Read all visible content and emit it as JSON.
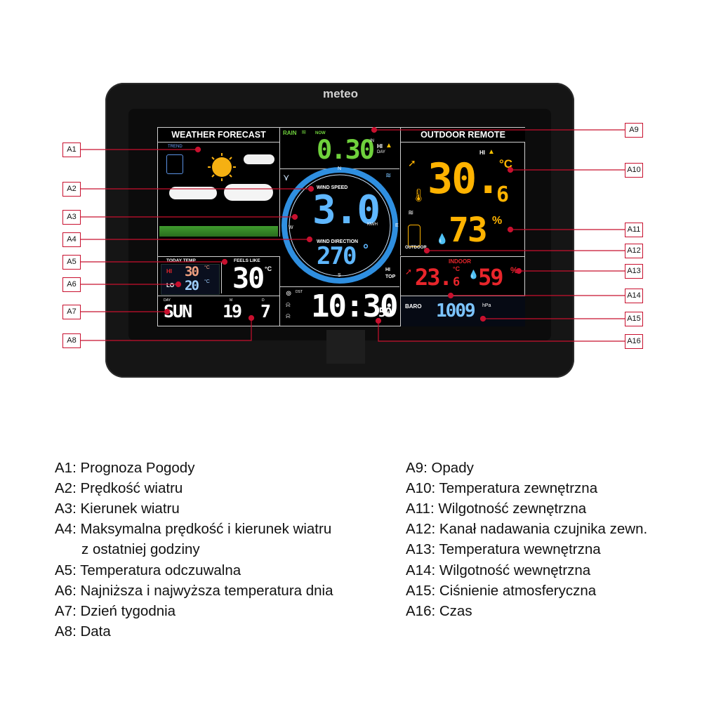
{
  "brand": "meteo",
  "screen": {
    "forecast_header": "WEATHER FORECAST",
    "trend_label": "TREND",
    "outdoor_header": "OUTDOOR REMOTE",
    "rain": {
      "label": "RAIN",
      "now": "NOW",
      "value": "0.30",
      "unit": "IN",
      "hi": "HI",
      "day": "DAY"
    },
    "wind": {
      "speed_label": "WIND SPEED",
      "speed_value": "3.0",
      "speed_unit": "KM/H",
      "dir_label": "WIND DIRECTION",
      "dir_value": "270",
      "deg": "°",
      "hi": "HI",
      "top": "TOP",
      "compass": {
        "n": "N",
        "e": "E",
        "s": "S",
        "w": "W"
      }
    },
    "outdoor": {
      "hi": "HI",
      "temp": "30.",
      "temp_dec": "6",
      "temp_unit": "°C",
      "hum": "73",
      "hum_unit": "%",
      "outdoor_label": "OUTDOOR"
    },
    "indoor": {
      "label": "INDOOR",
      "temp": "23.",
      "temp_dec": "6",
      "temp_unit": "°C",
      "hum": "59",
      "hum_unit": "%"
    },
    "today": {
      "today_label": "TODAY TEMP",
      "feels_label": "FEELS LIKE",
      "hi_label": "HI",
      "lo_label": "LO",
      "hi_value": "30",
      "lo_value": "20",
      "unit": "°C",
      "feels_value": "30",
      "feels_unit": "°C"
    },
    "date": {
      "day_label": "DAY",
      "weekday": "SUN",
      "m_label": "M",
      "d_label": "D",
      "month": "19",
      "day": "7"
    },
    "clock": {
      "time": "10:30",
      "seconds": "50",
      "dst": "DST"
    },
    "baro": {
      "label": "BARO",
      "value": "1009",
      "unit": "hPa"
    }
  },
  "callouts_left": [
    "A1",
    "A2",
    "A3",
    "A4",
    "A5",
    "A6",
    "A7",
    "A8"
  ],
  "callouts_right": [
    "A9",
    "A10",
    "A11",
    "A12",
    "A13",
    "A14",
    "A15",
    "A16"
  ],
  "legend_left": [
    "A1: Prognoza Pogody",
    "A2: Prędkość wiatru",
    "A3: Kierunek wiatru",
    "A4: Maksymalna prędkość i kierunek wiatru",
    "z ostatniej godziny",
    "A5: Temperatura odczuwalna",
    "A6: Najniższa i najwyższa temperatura dnia",
    "A7: Dzień tygodnia",
    "A8: Data"
  ],
  "legend_right": [
    "A9: Opady",
    "A10: Temperatura zewnętrzna",
    "A11: Wilgotność zewnętrzna",
    "A12: Kanał nadawania czujnika zewn.",
    "A13: Temperatura wewnętrzna",
    "A14: Wilgotność wewnętrzna",
    "A15: Ciśnienie atmosferyczna",
    "A16: Czas"
  ],
  "colors": {
    "accent_red": "#c8102e",
    "rain_green": "#6fd13c",
    "wind_blue": "#5fb7ff",
    "outdoor_orange": "#ffb300",
    "indoor_red": "#e8252b",
    "baro_blue": "#7cc4ff"
  }
}
